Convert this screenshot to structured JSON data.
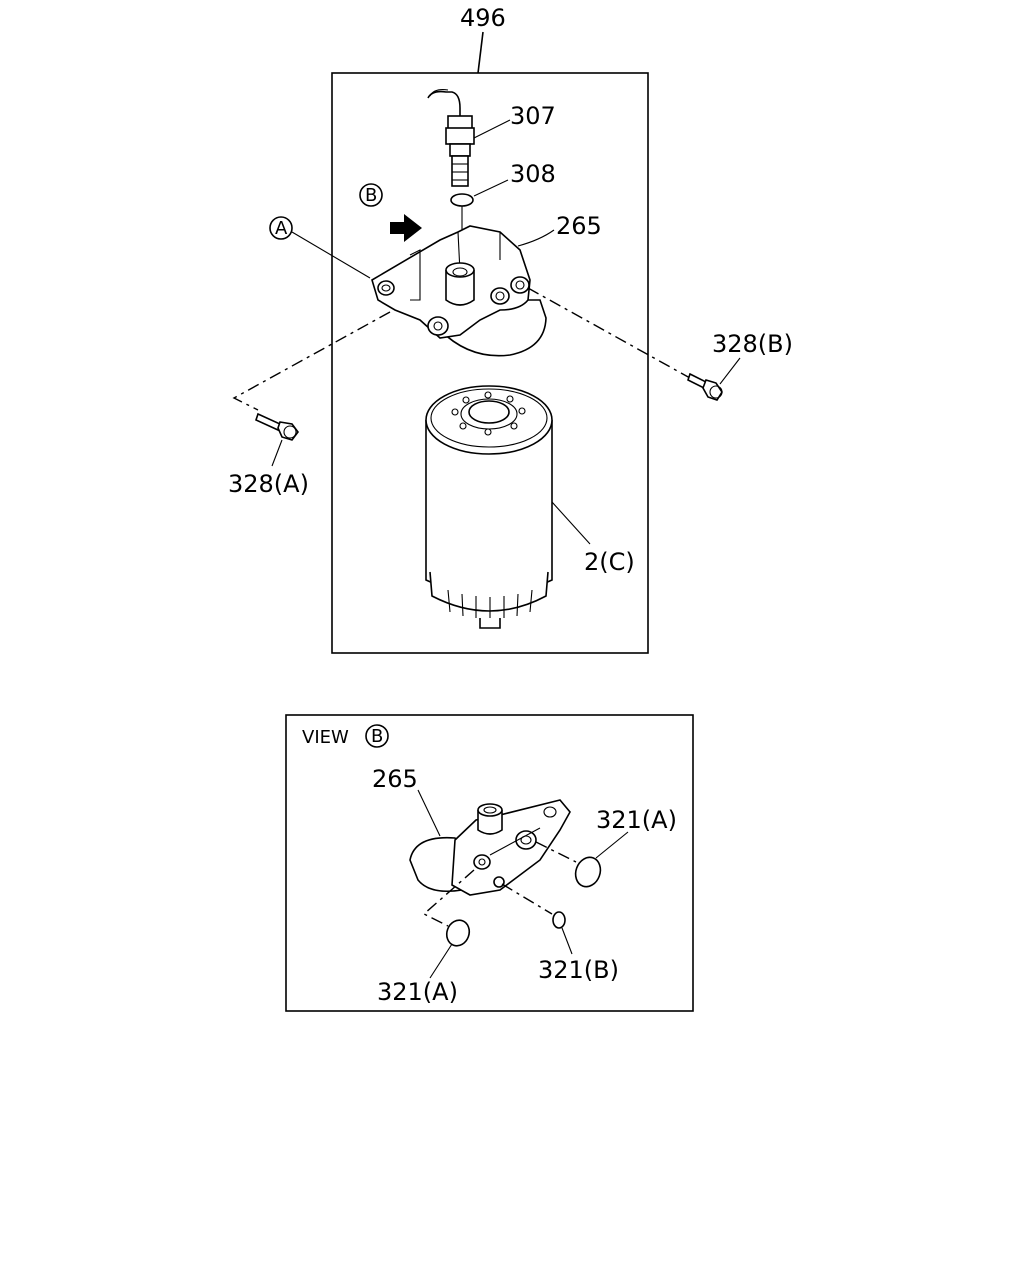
{
  "callouts": {
    "assembly": "496",
    "sensor": "307",
    "oring_sensor": "308",
    "head": "265",
    "bolt_b": "328(B)",
    "bolt_a": "328(A)",
    "filter": "2(C)",
    "mark_a": "A",
    "mark_b": "B"
  },
  "view_b": {
    "title": "VIEW",
    "mark": "B",
    "head": "265",
    "oring_a_top": "321(A)",
    "oring_a_bottom": "321(A)",
    "oring_b": "321(B)"
  }
}
